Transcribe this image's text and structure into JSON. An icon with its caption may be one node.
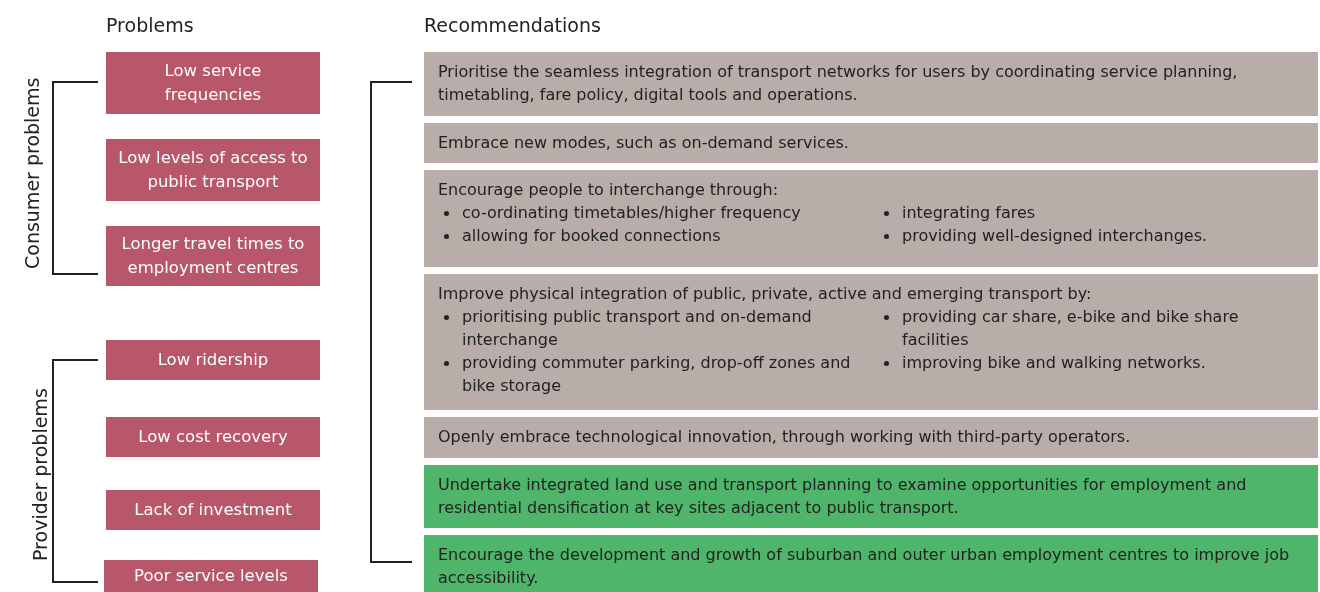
{
  "diagram": {
    "nodes": [
      {
        "text": [
          "Low service frequencies"
        ]
      },
      {
        "text": [
          "Low levels of access to public transport"
        ]
      },
      {
        "text": [
          "Longer travel times to employment centres"
        ]
      },
      {
        "text": [
          "Low ridership"
        ]
      },
      {
        "text": [
          "Low cost recovery"
        ]
      },
      {
        "text": [
          "Lack of investment"
        ]
      },
      {
        "text": [
          "Poor service levels"
        ]
      },
      {
        "text": [
          "Prioritise the seamless integration of transport networks for users by coordinating service planning, timetabling, fare policy, digital tools and operations."
        ]
      },
      {
        "text": [
          "Embrace new modes, such as on-demand services."
        ]
      },
      {
        "text": [
          "Encourage people to interchange through:",
          "co-ordinating timetables/higher frequency",
          "integrating fares",
          "allowing for booked connections",
          "providing well-designed interchanges."
        ]
      },
      {
        "text": [
          "Improve physical integration of public, private, active and emerging transport by:",
          "prioritising public transport and on-demand interchange",
          "providing car share, e-bike and bike share facilities",
          "providing commuter parking, drop-off zones and bike storage",
          "improving bike and walking networks."
        ]
      },
      {
        "text": [
          "Openly embrace technological innovation, through working with third-party operators."
        ]
      },
      {
        "text": [
          "Undertake integrated land use and transport planning to examine opportunities for employment and residential densification at key sites adjacent to public transport."
        ]
      },
      {
        "text": [
          "Encourage the development and growth of suburban and outer urban employment centres to improve job accessibility."
        ]
      }
    ],
    "labels": [
      "Problems",
      "Recommendations",
      "Consumer problems",
      "Provider problems"
    ]
  }
}
